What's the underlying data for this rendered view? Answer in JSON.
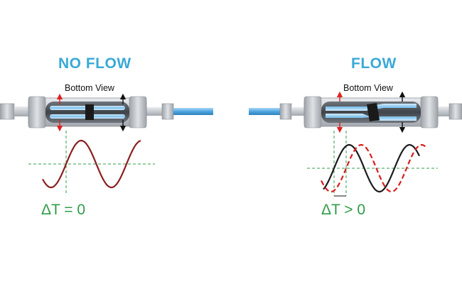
{
  "panels": [
    {
      "title": "NO FLOW",
      "view_label": "Bottom View",
      "delta_label": "ΔT = 0"
    },
    {
      "title": "FLOW",
      "view_label": "Bottom View",
      "delta_label": "ΔT > 0"
    }
  ],
  "colors": {
    "title": "#39a9d6",
    "delta_text": "#2f9c4a",
    "wave_dark_red": "#8a2020",
    "wave_black": "#1c1c1c",
    "wave_dashed_red": "#d81e1e",
    "guide_green": "#2f9c4a",
    "arrow_red": "#e02020",
    "arrow_black": "#111111",
    "pipe_blue": "#6fb6e6",
    "meter_body": "#c9cdd2"
  }
}
